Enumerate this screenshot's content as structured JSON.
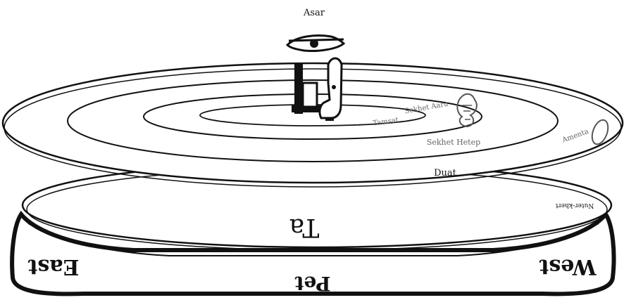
{
  "diagram": {
    "top_label": "Asar",
    "inner_labels": {
      "duat_inner": "Tamsat",
      "sekhet_aaru": "Sekhet Aaru",
      "sekhet_hetep": "Sekhet Hetep",
      "duat": "Duat",
      "amenta": "Amenta"
    },
    "lower_disc_label": "Ta",
    "side_labels": {
      "nuter_khert": "Nuter-khert"
    },
    "base_labels": {
      "left": "East",
      "right": "West",
      "bottom": "Pet"
    }
  }
}
